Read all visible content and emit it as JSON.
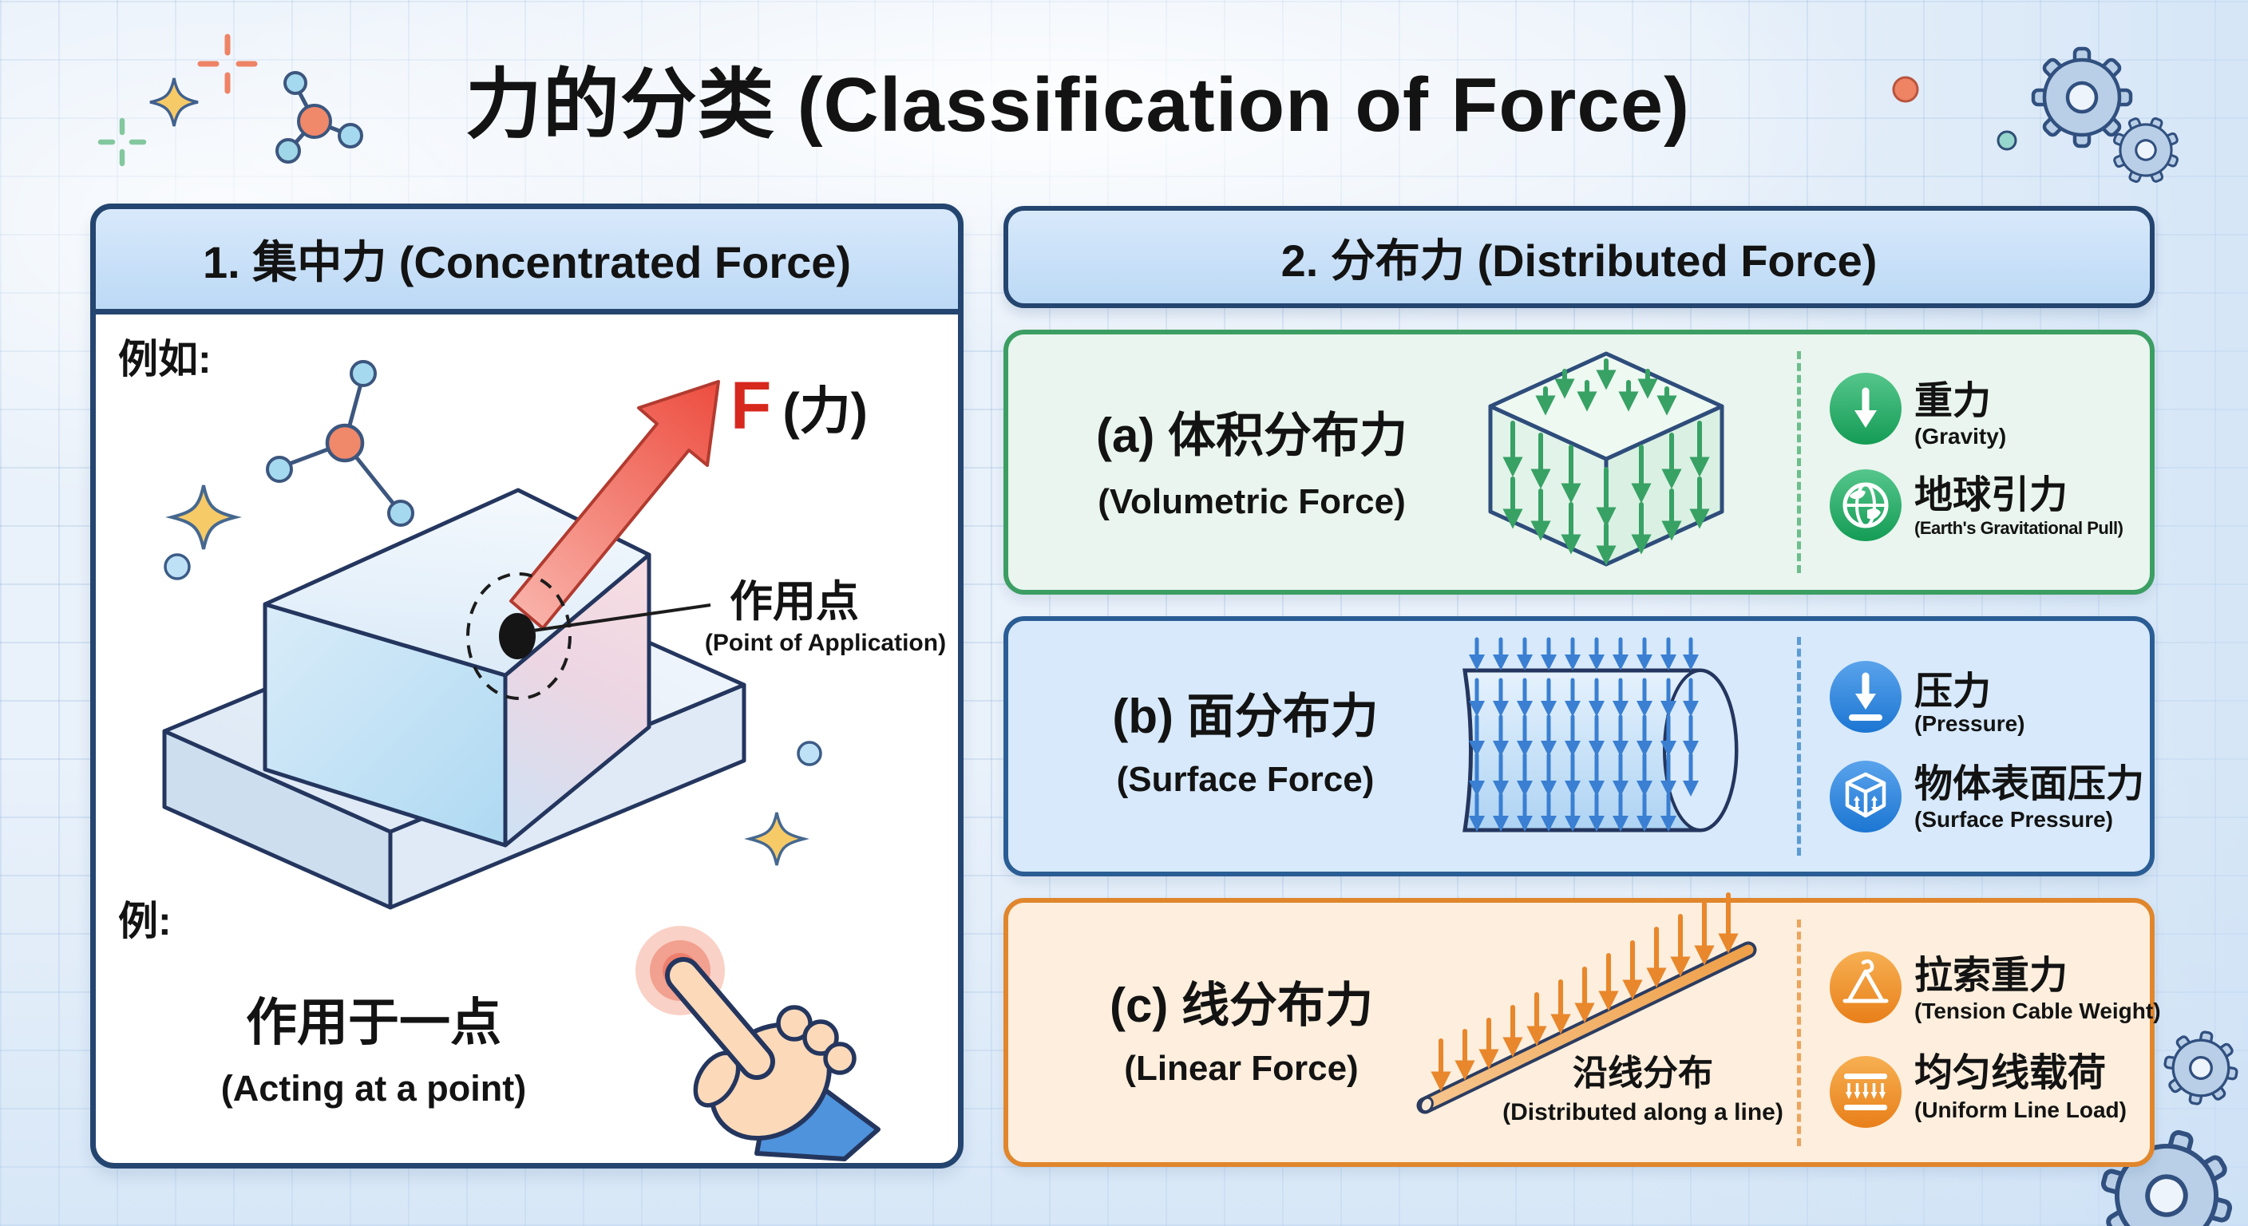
{
  "title": "力的分类 (Classification of Force)",
  "left_panel": {
    "header": "1. 集中力 (Concentrated Force)",
    "example_intro_label": "例如:",
    "force_symbol": "F",
    "force_symbol_suffix": "(力)",
    "point_of_application_cn": "作用点",
    "point_of_application_en": "(Point of Application)",
    "example_label": "例:",
    "acting_at_point_cn": "作用于一点",
    "acting_at_point_en": "(Acting at a point)"
  },
  "right_panel": {
    "header": "2. 分布力 (Distributed Force)",
    "sections": [
      {
        "title_cn": "(a) 体积分布力",
        "title_en": "(Volumetric Force)",
        "items": [
          {
            "icon": "gravity-down-arrow-icon",
            "label_cn": "重力",
            "label_en": "(Gravity)"
          },
          {
            "icon": "globe-icon",
            "label_cn": "地球引力",
            "label_en": "(Earth's Gravitational Pull)"
          }
        ]
      },
      {
        "title_cn": "(b) 面分布力",
        "title_en": "(Surface Force)",
        "items": [
          {
            "icon": "pressure-icon",
            "label_cn": "压力",
            "label_en": "(Pressure)"
          },
          {
            "icon": "surface-pressure-icon",
            "label_cn": "物体表面压力",
            "label_en": "(Surface Pressure)"
          }
        ]
      },
      {
        "title_cn": "(c) 线分布力",
        "title_en": "(Linear Force)",
        "annotation_cn": "沿线分布",
        "annotation_en": "(Distributed along a line)",
        "items": [
          {
            "icon": "tension-cable-icon",
            "label_cn": "拉索重力",
            "label_en": "(Tension Cable Weight)"
          },
          {
            "icon": "uniform-load-icon",
            "label_cn": "均匀线载荷",
            "label_en": "(Uniform Line Load)"
          }
        ]
      }
    ]
  },
  "colors": {
    "panel_border": "#24456f",
    "header_bg": "#c6def6",
    "green": "#3c9e63",
    "green_bg": "#e9f5ee",
    "blue": "#2a5d94",
    "blue_bg": "#d7e9fb",
    "orange": "#e0862c",
    "orange_bg": "#fdeedd",
    "force_arrow": "#ee5140",
    "force_label": "#d7281e"
  },
  "decorations": [
    "sparkle-icon",
    "molecule-icon",
    "gear-icon",
    "dot-icon"
  ]
}
